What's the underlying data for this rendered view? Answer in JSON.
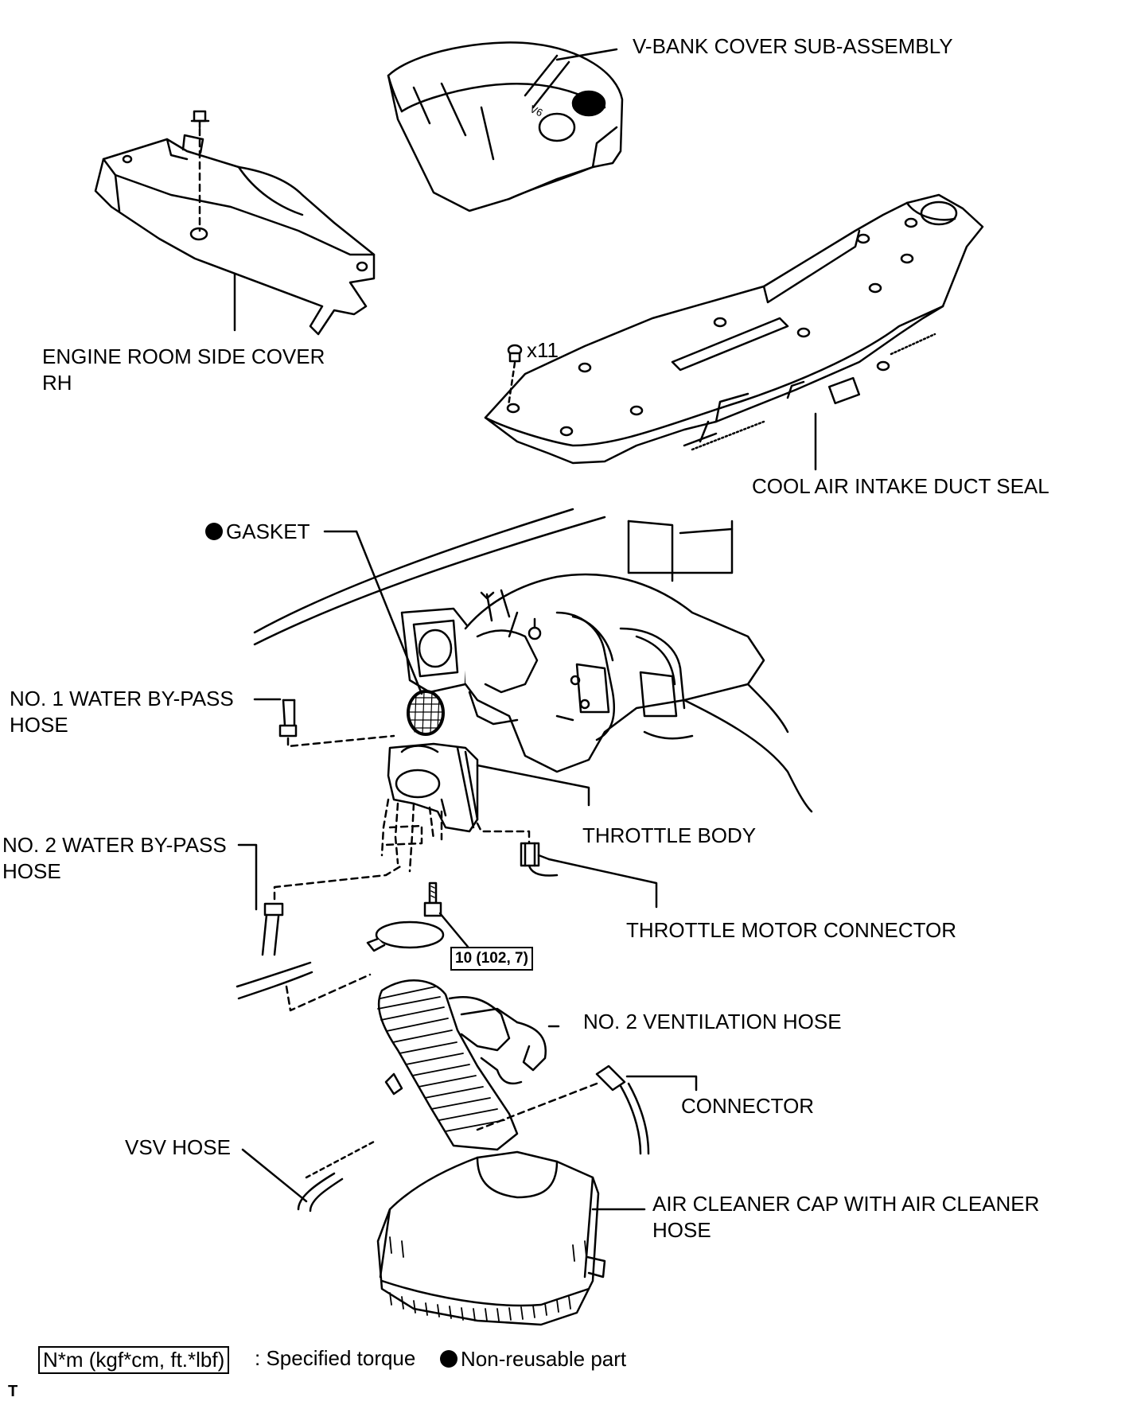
{
  "labels": {
    "v_bank_cover": "V-BANK COVER SUB-ASSEMBLY",
    "engine_room_side_cover_l1": "ENGINE ROOM SIDE COVER",
    "engine_room_side_cover_l2": "RH",
    "bolt_count": "x11",
    "cool_air_duct_seal": "COOL AIR INTAKE DUCT SEAL",
    "gasket": "GASKET",
    "water_bypass_1_l1": "NO. 1 WATER BY-PASS",
    "water_bypass_1_l2": "HOSE",
    "throttle_body": "THROTTLE BODY",
    "water_bypass_2_l1": "NO. 2 WATER BY-PASS",
    "water_bypass_2_l2": "HOSE",
    "throttle_motor_connector": "THROTTLE MOTOR CONNECTOR",
    "torque_value": "10 (102, 7)",
    "ventilation_hose_2": "NO. 2 VENTILATION HOSE",
    "connector": "CONNECTOR",
    "vsv_hose": "VSV HOSE",
    "air_cleaner_l1": "AIR CLEANER CAP WITH AIR CLEANER",
    "air_cleaner_l2": "HOSE"
  },
  "legend": {
    "torque_unit": "N*m (kgf*cm, ft.*lbf)",
    "torque_desc": ": Specified torque",
    "nonreusable_desc": "Non-reusable part"
  },
  "corner_mark": "T",
  "icons": {
    "nonreusable_marker": "filled-circle-icon"
  }
}
